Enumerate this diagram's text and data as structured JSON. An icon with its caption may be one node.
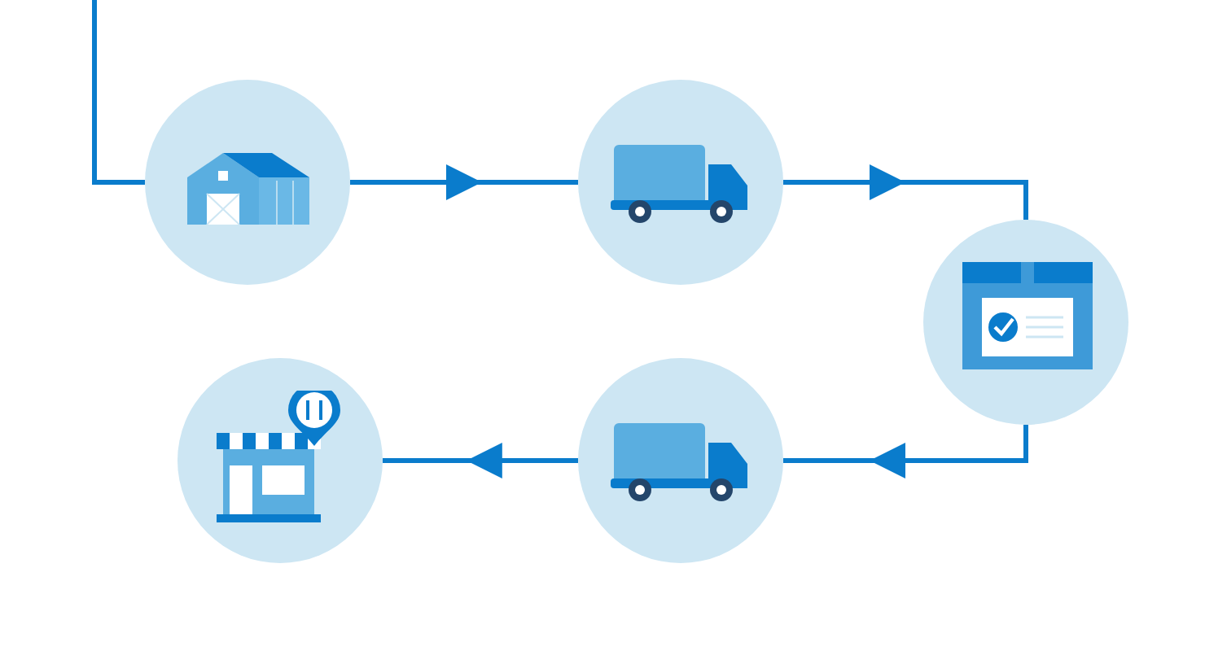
{
  "diagram": {
    "nodes": [
      {
        "text": [],
        "shape": "circle"
      },
      {
        "text": [],
        "shape": "circle"
      },
      {
        "text": [],
        "shape": "circle"
      },
      {
        "text": [],
        "shape": "circle"
      },
      {
        "text": [],
        "shape": "circle"
      }
    ],
    "edges": [
      {
        "from": null,
        "to": 0,
        "arrow": "none"
      },
      {
        "from": 0,
        "to": 1,
        "arrow": "to"
      },
      {
        "from": 1,
        "to": 2,
        "arrow": "to"
      },
      {
        "from": 2,
        "to": 3,
        "arrow": "to"
      },
      {
        "from": 3,
        "to": 4,
        "arrow": "to"
      }
    ]
  }
}
